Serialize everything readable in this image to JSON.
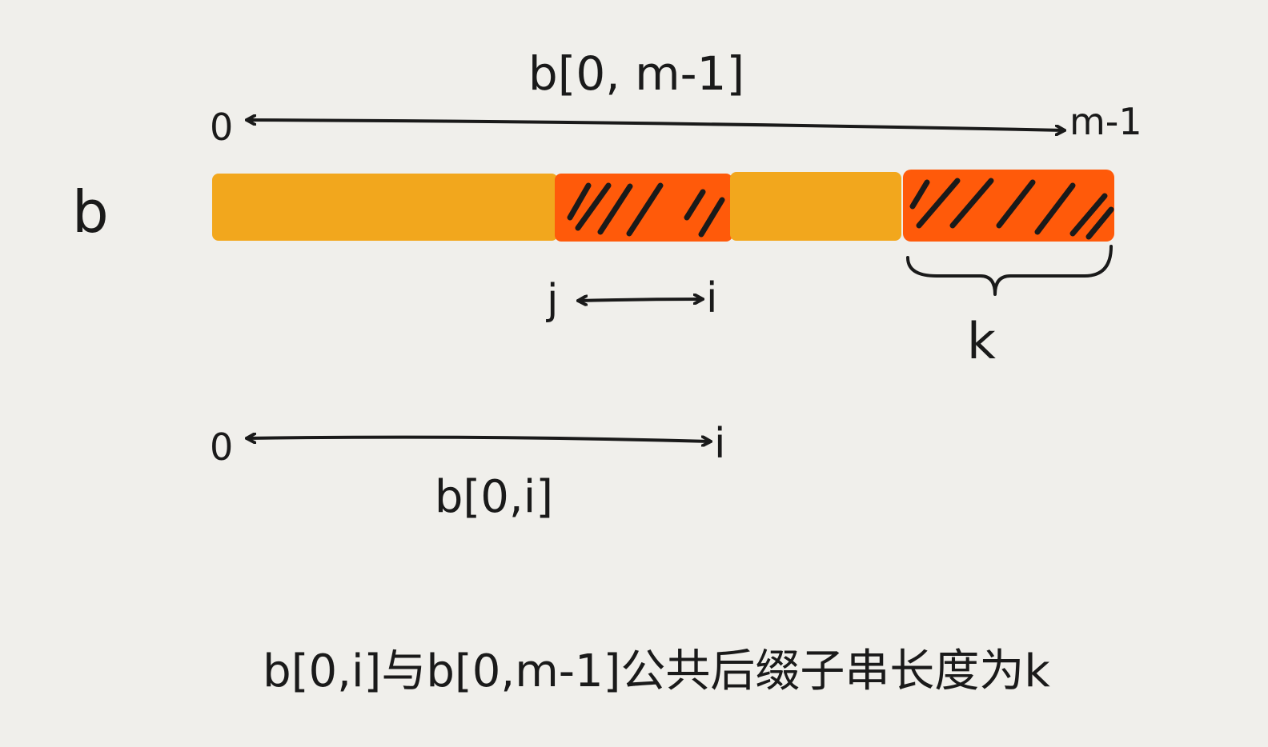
{
  "array_name": "b",
  "top_range": {
    "label": "b[0, m-1]",
    "start": "0",
    "end": "m-1"
  },
  "segments": [
    {
      "kind": "plain",
      "color": "#f2a71d"
    },
    {
      "kind": "hatched",
      "color": "#ff5a0a"
    },
    {
      "kind": "plain",
      "color": "#f2a71d"
    },
    {
      "kind": "hatched",
      "color": "#ff5a0a"
    }
  ],
  "inner_range": {
    "start": "j",
    "end": "i"
  },
  "suffix_length_label": "k",
  "prefix_range": {
    "label": "b[0,i]",
    "start": "0",
    "end": "i"
  },
  "caption": "b[0,i]与b[0,m-1]公共后缀子串长度为k"
}
